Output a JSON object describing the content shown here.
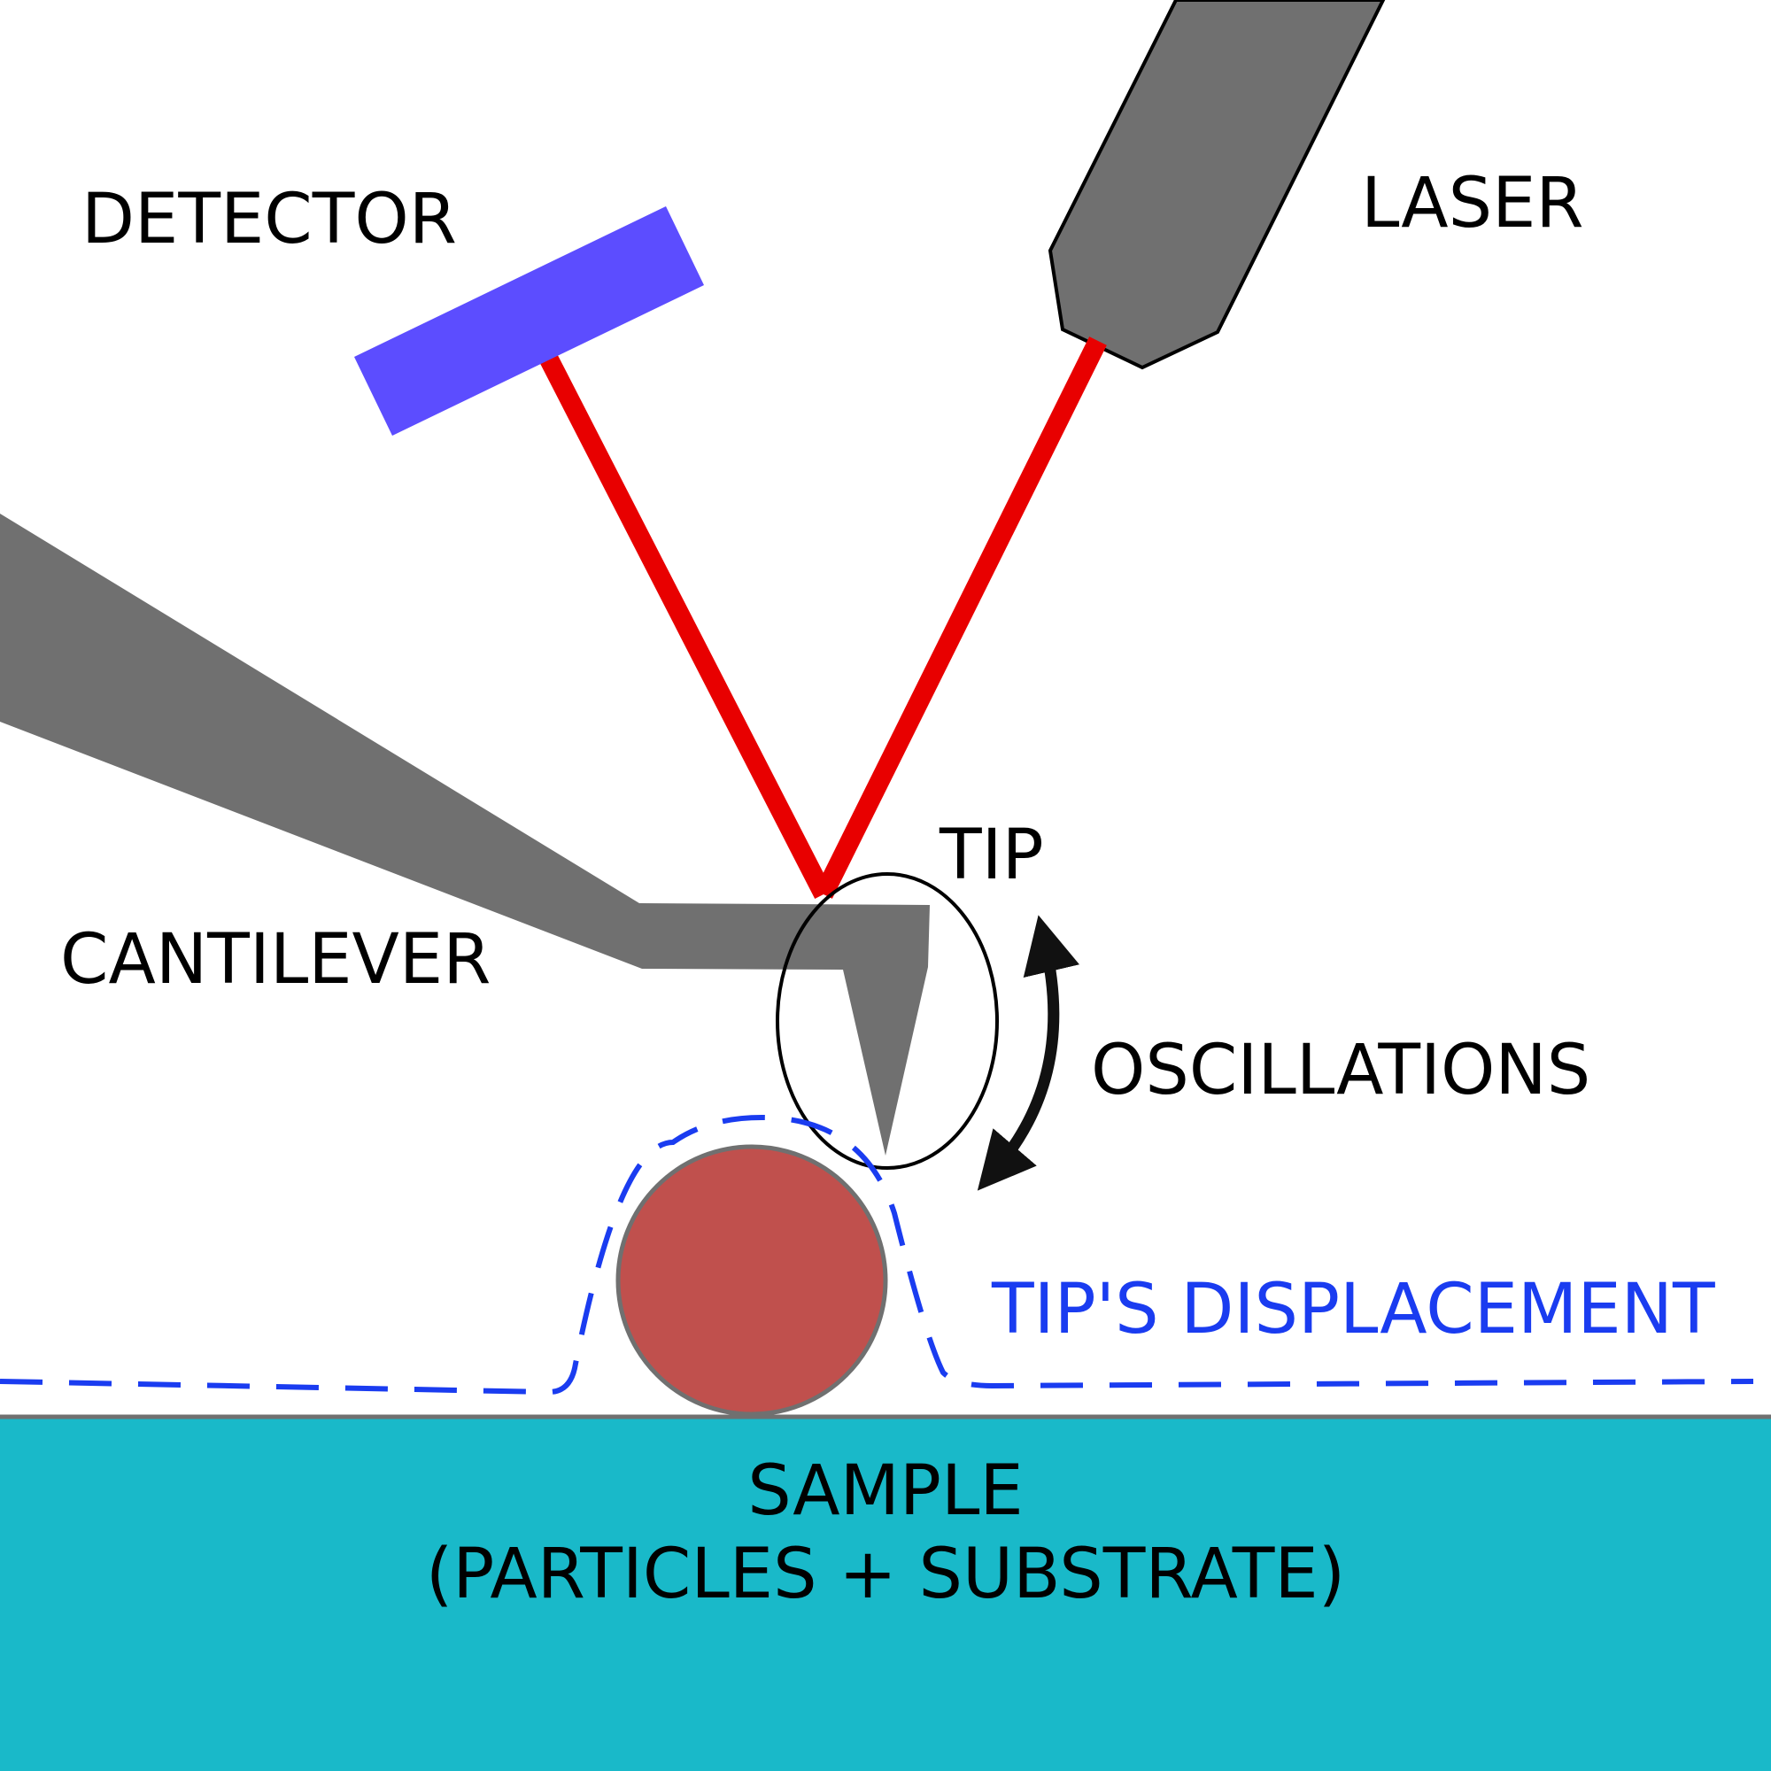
{
  "labels": {
    "detector": "DETECTOR",
    "laser": "LASER",
    "cantilever": "CANTILEVER",
    "tip": "TIP",
    "oscillations": "OSCILLATIONS",
    "displacement": "TIP'S DISPLACEMENT",
    "sample_line1": "SAMPLE",
    "sample_line2": "(PARTICLES + SUBSTRATE)"
  },
  "colors": {
    "probe_gray": "#707070",
    "laser_beam": "#e80000",
    "detector": "#5c4dff",
    "particle": "#c0504d",
    "substrate": "#19b9c9",
    "displacement_path": "#1a3cf0"
  }
}
